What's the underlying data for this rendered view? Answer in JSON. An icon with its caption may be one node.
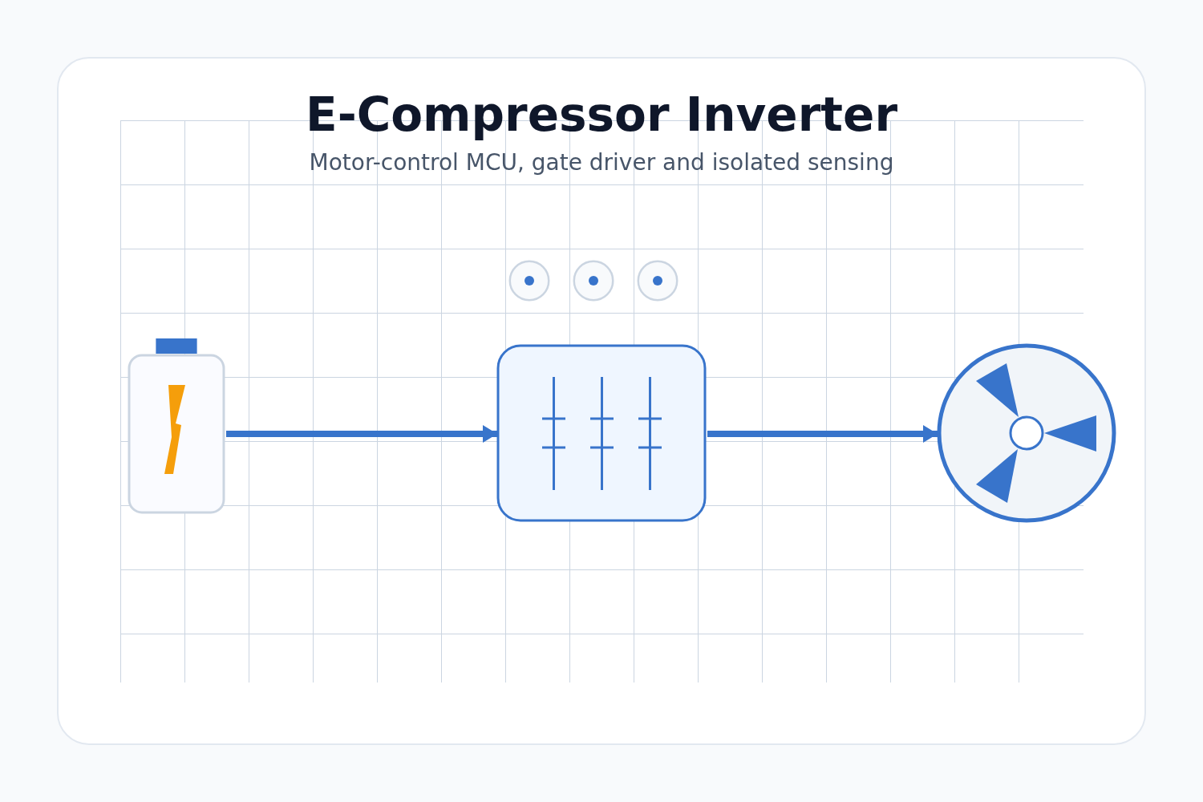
{
  "diagram": {
    "title": "E-Compressor Inverter",
    "nodes": [
      {
        "text": [],
        "shape": "circle"
      },
      {
        "text": [],
        "shape": "circle"
      },
      {
        "text": [],
        "shape": "circle"
      },
      {
        "text": [],
        "shape": "battery"
      },
      {
        "text": [],
        "shape": "box"
      },
      {
        "text": [],
        "shape": "circle"
      }
    ],
    "edges": [
      {
        "from": 3,
        "to": 4,
        "arrow": "to"
      },
      {
        "from": 4,
        "to": 5,
        "arrow": "to"
      }
    ],
    "labels": [
      "Motor-control MCU, gate driver and isolated sensing"
    ]
  }
}
